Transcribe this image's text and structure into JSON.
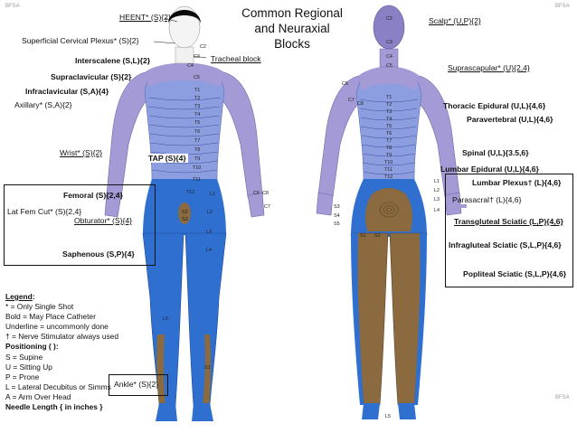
{
  "title": [
    "Common Regional",
    "and Neuraxial",
    "Blocks"
  ],
  "watermark": "BFSA",
  "front_labels": {
    "heent": "HEENT* (S){2}",
    "superficial_cervical": "Superficial Cervical Plexus* (S){2}",
    "interscalene": "Interscalene (S,L){2}",
    "supraclavicular": "Supraclavicular (S){2}",
    "infraclavicular": "Infraclavicular (S,A){4}",
    "axillary": "Axillary* (S,A){2}",
    "wrist": "Wrist* (S){2}",
    "tap": "TAP (S){4}",
    "tracheal": "Tracheal block",
    "femoral": "Femoral (S){2,4}",
    "lat_fem_cut": "Lat Fem Cut* (S){2,4}",
    "obturator": "Obturator* (S){4}",
    "saphenous": "Saphenous (S,P){4}",
    "ankle": "Ankle* (S){2}"
  },
  "back_labels": {
    "scalp": "Scalp* (U,P){2}",
    "suprascapular": "Suprascapular* (U){2,4}",
    "thoracic_epidural": "Thoracic Epidural (U,L){4,6}",
    "paravertebral": "Paravertebral (U,L){4,6}",
    "spinal": "Spinal (U,L){3.5,6}",
    "lumbar_epidural": "Lumbar Epidural (U,L){4,6}",
    "lumbar_plexus": "Lumbar Plexus† (L){4,6}",
    "parasacral": "Parasacral† (L){4,6}",
    "transgluteal": "Transgluteal Sciatic (L,P){4,6}",
    "infragluteal": "Infragluteal Sciatic (S,L,P){4,6}",
    "popliteal": "Popliteal Sciatic (S,L,P){4,6}"
  },
  "legend": {
    "heading": "Legend",
    "single_shot": "* = Only Single Shot",
    "bold": "Bold = May Place Catheter",
    "underline": "Underline = uncommonly done",
    "stimulator": "† = Nerve Stimulator always used",
    "positioning": "Positioning ( ):",
    "supine": "S = Supine",
    "sitting": "U = Sitting Up",
    "prone": "P = Prone",
    "lateral": "L = Lateral Decubitus or Simms",
    "arm": "A = Arm Over Head",
    "needle": "Needle Length { in inches }"
  },
  "dermatomes": {
    "front": [
      "C2",
      "C3",
      "C4",
      "C5",
      "T1",
      "T2",
      "T3",
      "T4",
      "T5",
      "T6",
      "T7",
      "T8",
      "T9",
      "T10",
      "T11",
      "T12",
      "L1",
      "L2",
      "L3",
      "L4",
      "L5",
      "S1",
      "S2",
      "S3",
      "C6",
      "C7",
      "C8"
    ],
    "back": [
      "C2",
      "C3",
      "C4",
      "C5",
      "C6",
      "C7",
      "C8",
      "T1",
      "T2",
      "T3",
      "T4",
      "T5",
      "T6",
      "T7",
      "T8",
      "T9",
      "T10",
      "T11",
      "T12",
      "L1",
      "L2",
      "L3",
      "L4",
      "L5",
      "S1",
      "S2",
      "S3",
      "S4",
      "S5"
    ]
  },
  "colors": {
    "cervical": "#a39ad6",
    "thoracic": "#8d9ee0",
    "lumbar": "#2e6fd0",
    "sacral": "#8a6a3e",
    "head": "#0b0b0b"
  }
}
